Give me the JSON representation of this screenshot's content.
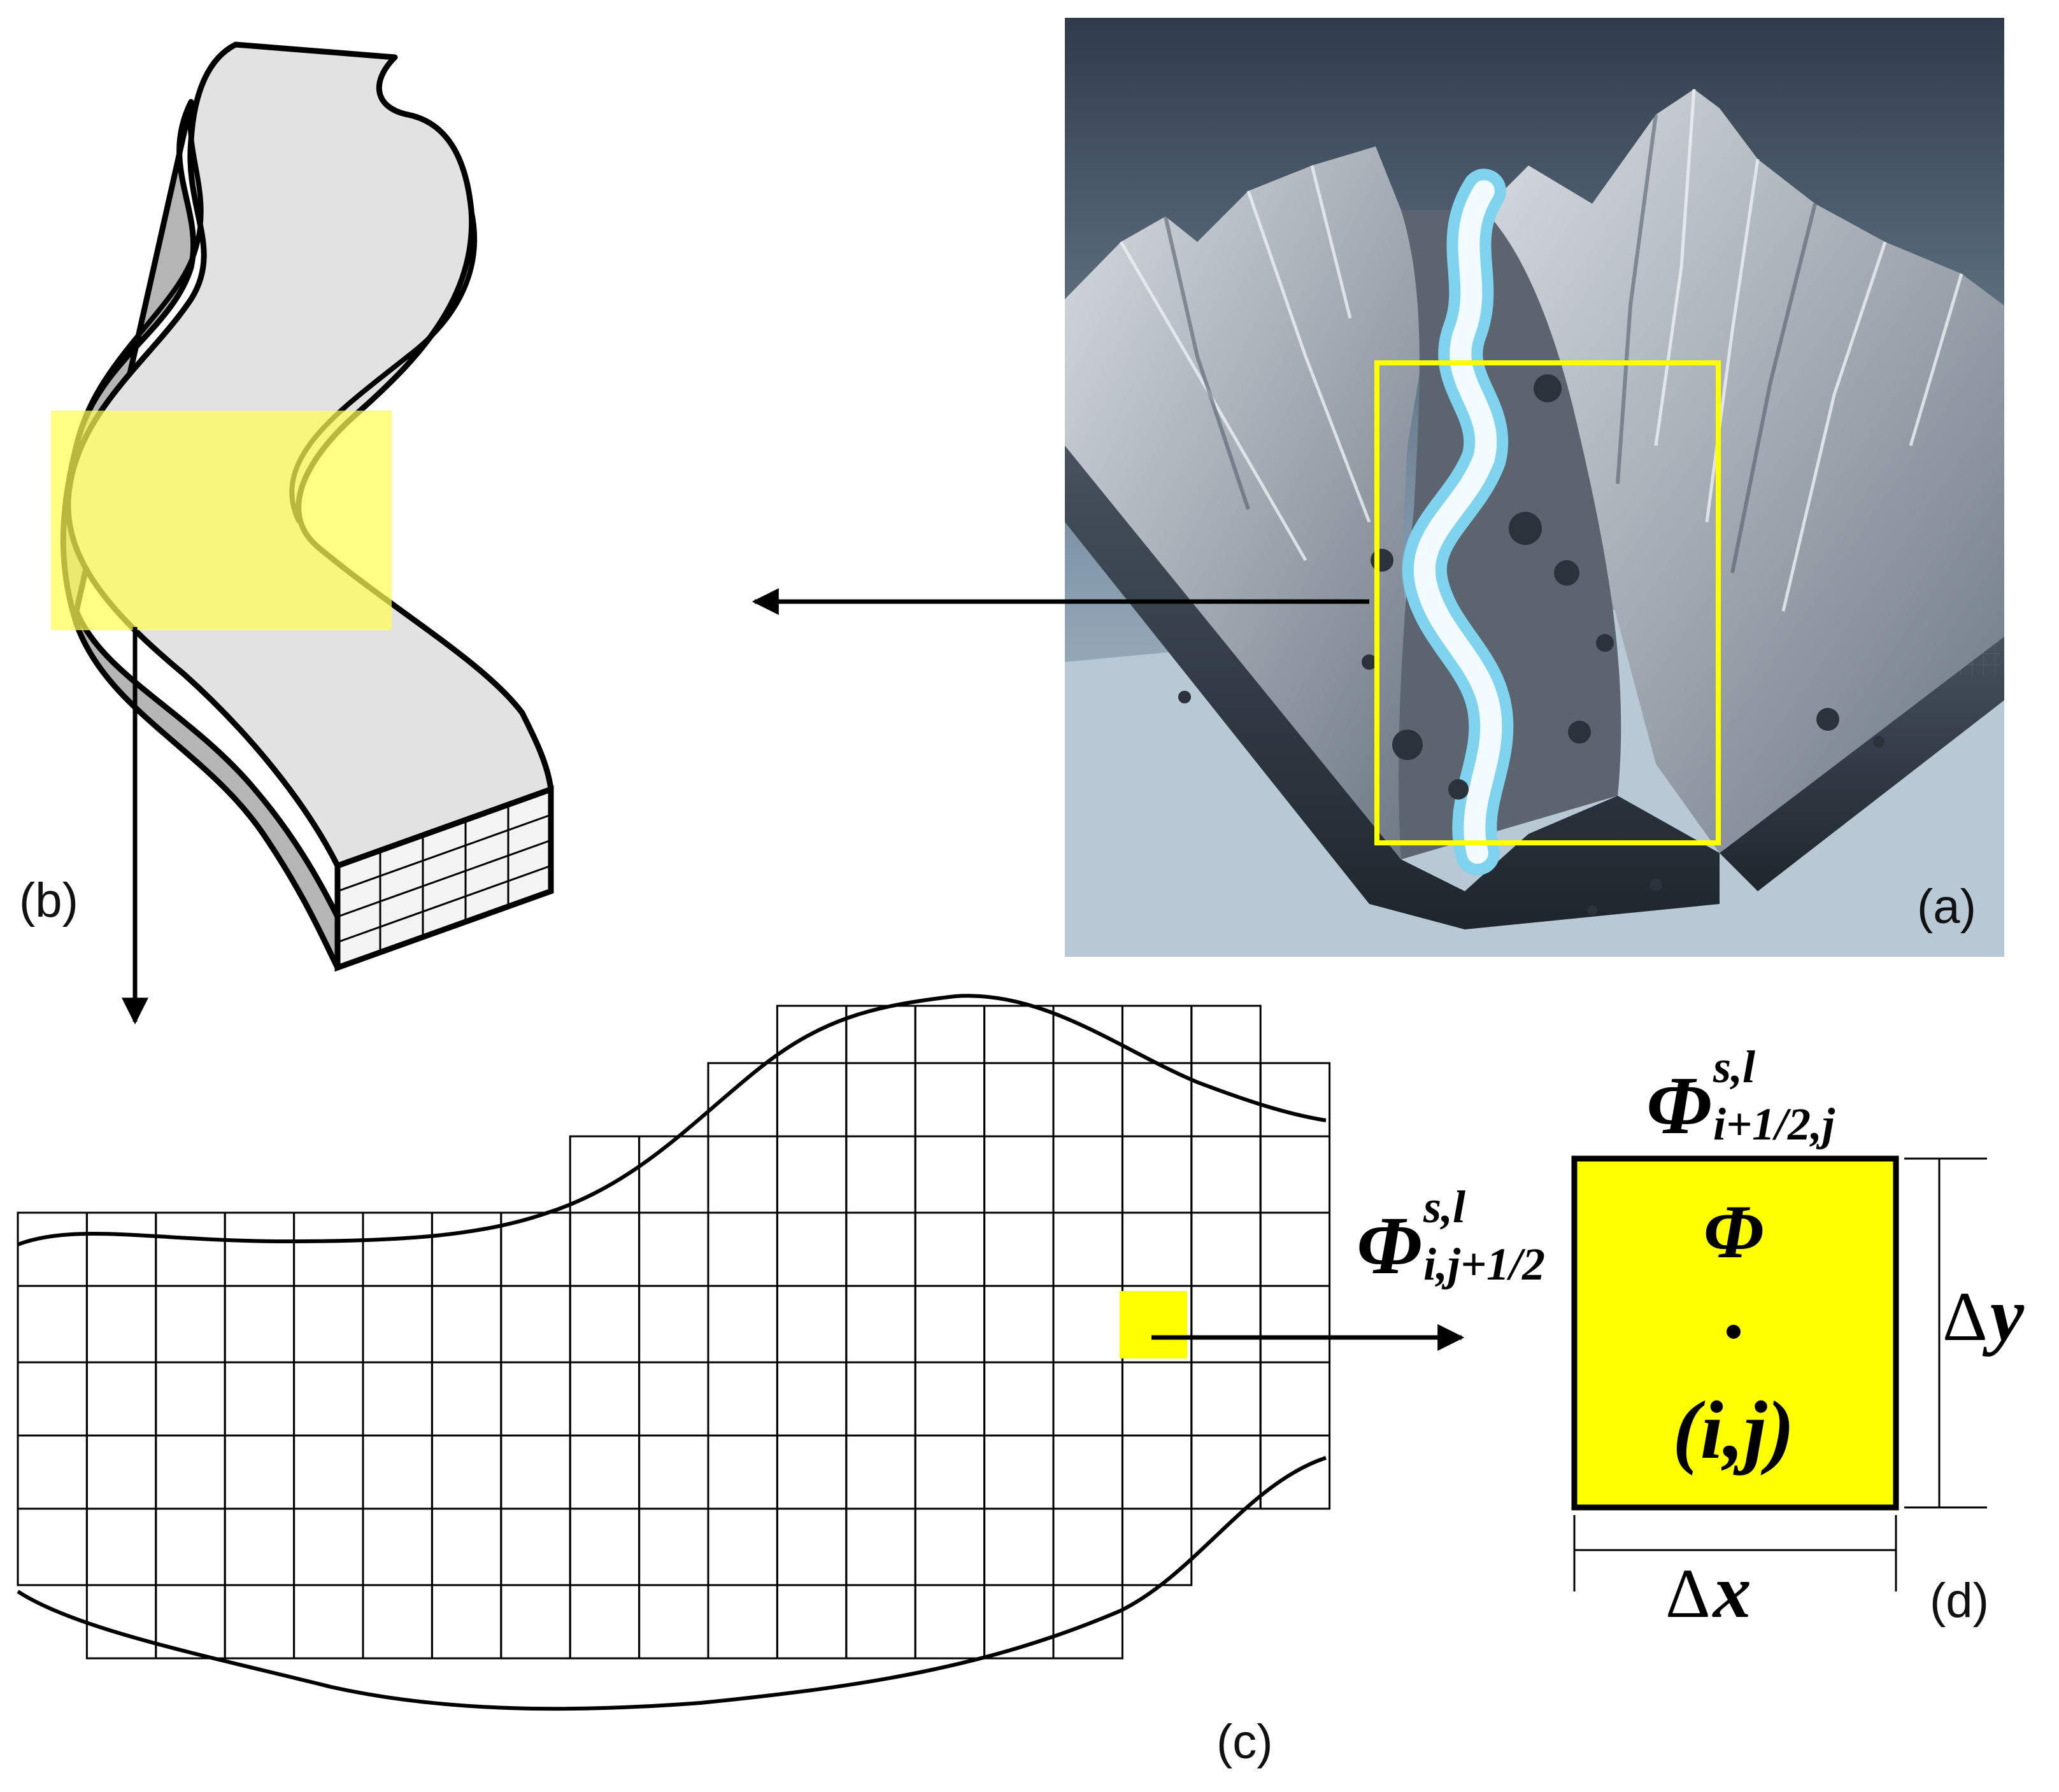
{
  "labels": {
    "a": "(a)",
    "b": "(b)",
    "c": "(c)",
    "d": "(d)"
  },
  "math": {
    "flux_top_sym": "Φ",
    "flux_top_sup": "s,l",
    "flux_top_sub": "i+1/2,j",
    "flux_left_sym": "Φ",
    "flux_left_sup": "s,l",
    "flux_left_sub": "i,j+1/2",
    "cell_value": "Φ",
    "cell_index": "(i,j)",
    "delta_x_sym": "Δ",
    "delta_x_var": "x",
    "delta_y_sym": "Δ",
    "delta_y_var": "y"
  },
  "colors": {
    "highlight": "#ffff00",
    "highlight_translucent": "#ffff66",
    "ink": "#000000",
    "river": "#7fd3ef",
    "terrain_dark": "#3a4452",
    "terrain_light": "#c9ced4",
    "sky": "#d8e2ea"
  }
}
